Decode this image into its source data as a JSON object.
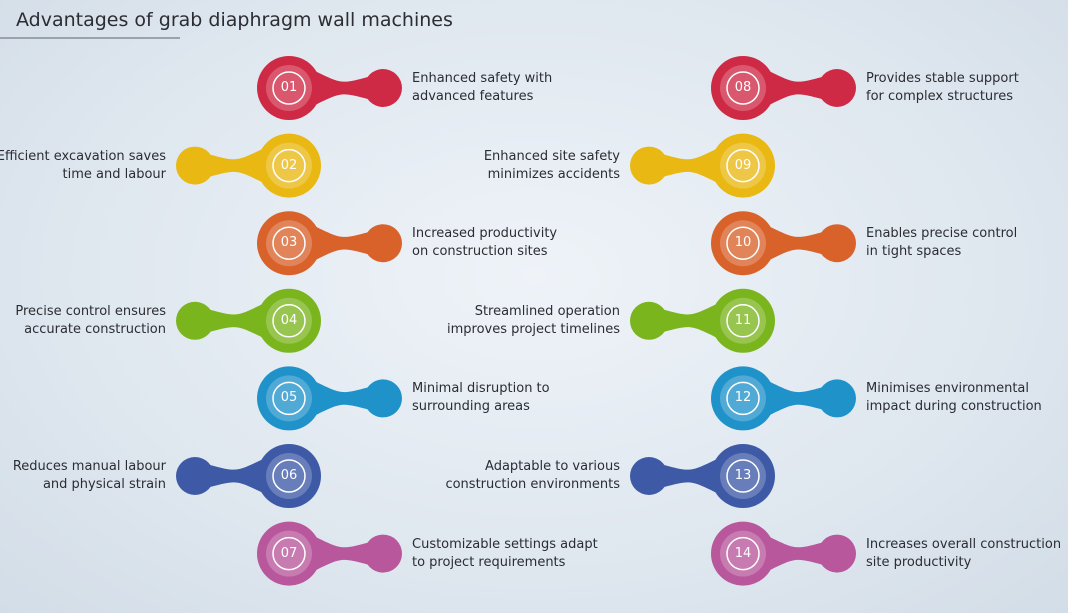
{
  "title": "Advantages of grab diaphragm wall machines",
  "colors": {
    "red": "#cf2a45",
    "yellow": "#e9b812",
    "orange": "#d9622b",
    "green": "#7ab51e",
    "blue": "#1f93c9",
    "indigo": "#3e5aa7",
    "magenta": "#b8579b"
  },
  "items": [
    {
      "number": "01",
      "text": "Enhanced safety with\nadvanced features",
      "color": "red"
    },
    {
      "number": "02",
      "text": "Efficient excavation saves\ntime and labour",
      "color": "yellow"
    },
    {
      "number": "03",
      "text": "Increased productivity\non construction sites",
      "color": "orange"
    },
    {
      "number": "04",
      "text": "Precise control ensures\naccurate construction",
      "color": "green"
    },
    {
      "number": "05",
      "text": "Minimal disruption to\nsurrounding areas",
      "color": "blue"
    },
    {
      "number": "06",
      "text": "Reduces manual labour\nand physical strain",
      "color": "indigo"
    },
    {
      "number": "07",
      "text": "Customizable settings adapt\nto project requirements",
      "color": "magenta"
    },
    {
      "number": "08",
      "text": "Provides stable support\nfor complex structures",
      "color": "red"
    },
    {
      "number": "09",
      "text": "Enhanced site safety\nminimizes accidents",
      "color": "yellow"
    },
    {
      "number": "10",
      "text": "Enables precise control\nin tight spaces",
      "color": "orange"
    },
    {
      "number": "11",
      "text": "Streamlined operation\nimproves project timelines",
      "color": "green"
    },
    {
      "number": "12",
      "text": "Minimises environmental\nimpact during construction",
      "color": "blue"
    },
    {
      "number": "13",
      "text": "Adaptable to various\nconstruction environments",
      "color": "indigo"
    },
    {
      "number": "14",
      "text": "Increases overall construction\nsite productivity",
      "color": "magenta"
    }
  ]
}
